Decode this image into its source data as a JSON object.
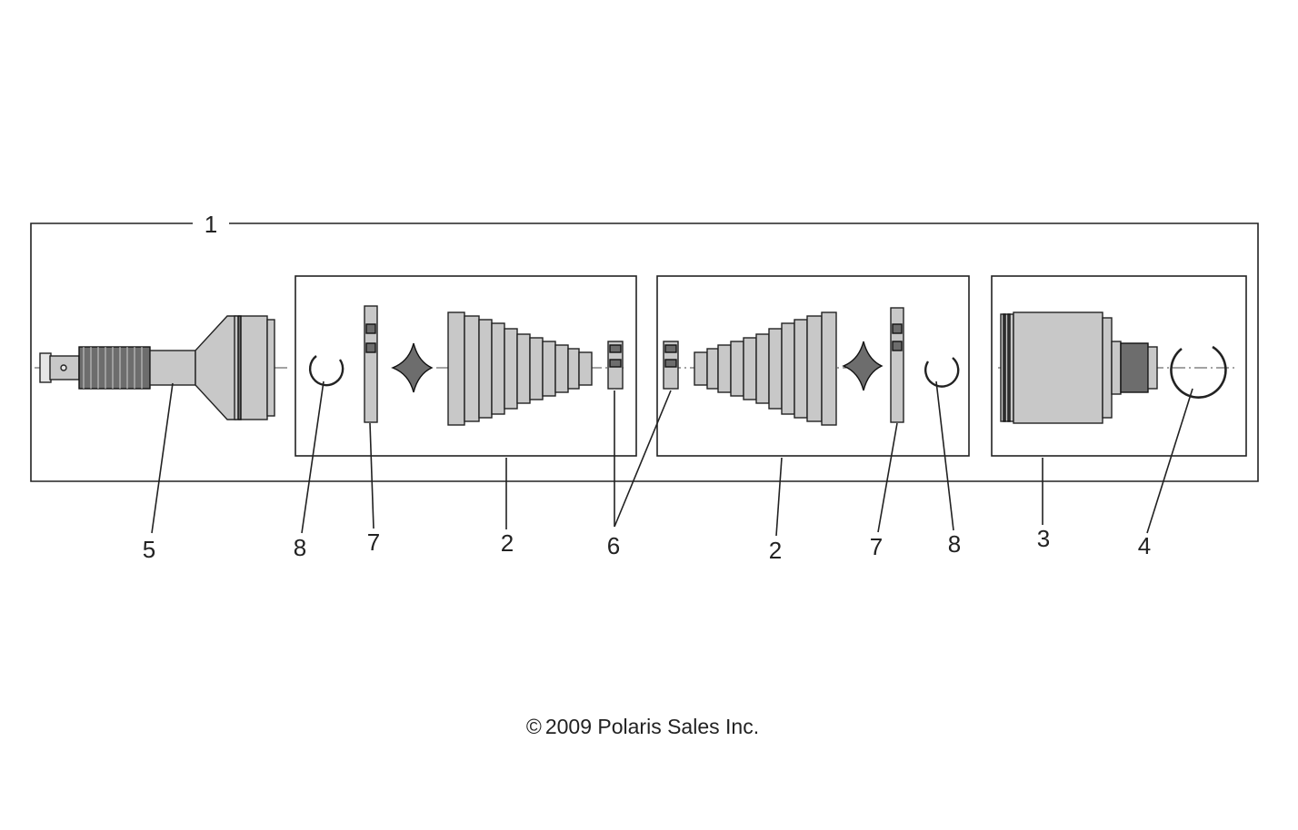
{
  "callouts": {
    "assembly": "1",
    "boot_kit_left": "2",
    "boot_kit_right": "2",
    "inner_cv_joint": "3",
    "inner_ring": "4",
    "outer_cv_joint": "5",
    "boot_clamps": "6",
    "clamp_left": "7",
    "clamp_right": "7",
    "ring_left": "8",
    "ring_right": "8"
  },
  "copyright": {
    "symbol": "©",
    "text": "2009 Polaris Sales Inc."
  }
}
